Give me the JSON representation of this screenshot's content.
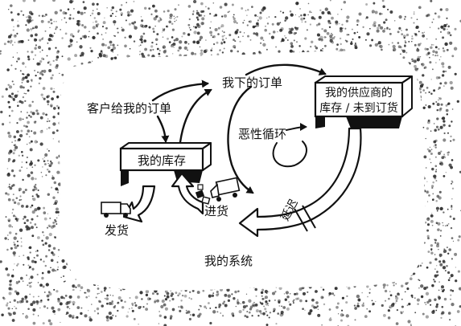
{
  "labels": {
    "customer_orders": "客户给我的订单",
    "my_orders": "我下的订单",
    "supplier_line1": "我的供应商的",
    "supplier_line2": "库存 / 未到订货",
    "my_inventory": "我的库存",
    "vicious_cycle": "恶性循环",
    "delay": "延迟",
    "shipping": "发货",
    "receiving": "进货",
    "my_system": "我的系统"
  },
  "colors": {
    "ink": "#111111",
    "paper": "#ffffff",
    "speckle": "#2a2a2a"
  }
}
